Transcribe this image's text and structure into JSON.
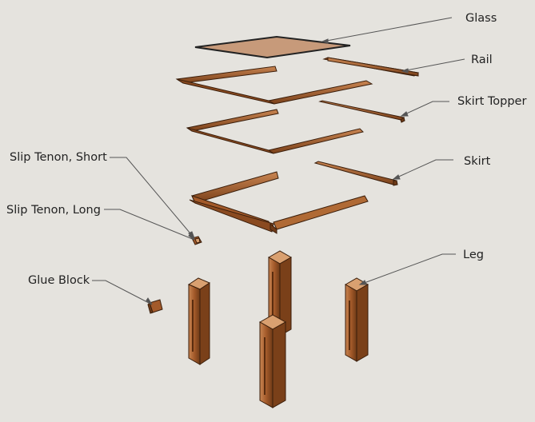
{
  "labels": {
    "glass": "Glass",
    "rail": "Rail",
    "skirt_topper": "Skirt Topper",
    "skirt": "Skirt",
    "leg": "Leg",
    "slip_tenon_short": "Slip Tenon, Short",
    "slip_tenon_long": "Slip Tenon, Long",
    "glue_block": "Glue Block"
  },
  "colors": {
    "background": "#e5e3de",
    "wood": "#a35a2a",
    "wood_dark": "#6e3a17",
    "wood_light": "#c98552",
    "glass": "#c79a7a",
    "leader": "#555555"
  }
}
